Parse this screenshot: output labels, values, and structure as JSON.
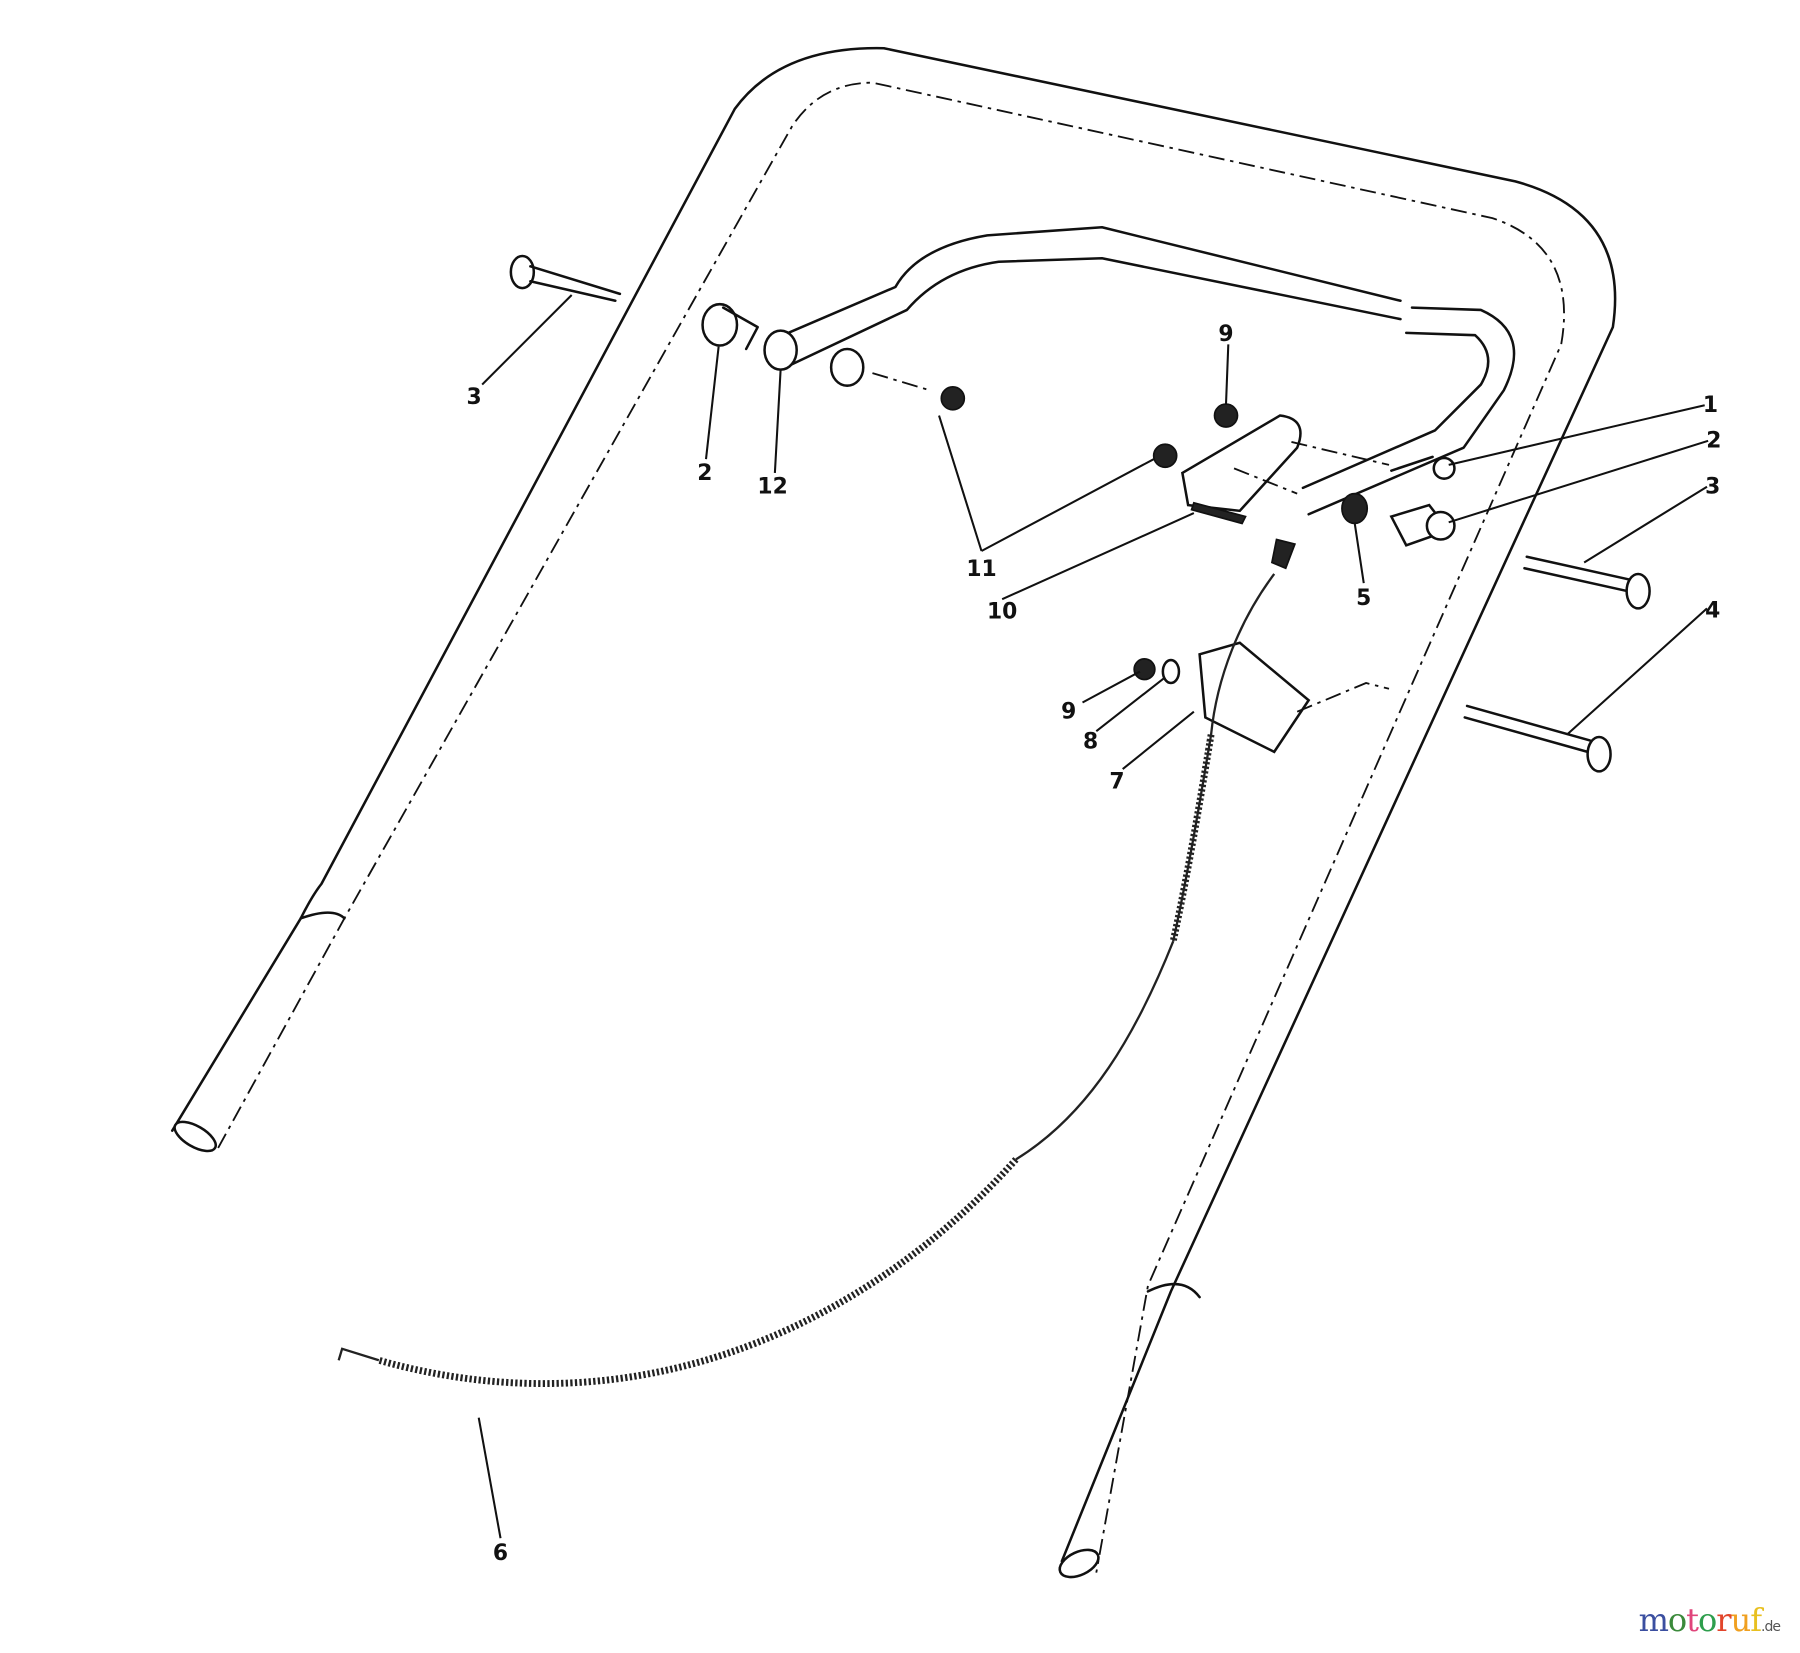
{
  "callouts": {
    "bolt_left": "3",
    "spacer_left": "2",
    "lever_pivot": "12",
    "nut_top": "9",
    "nut_washer_pair": "11",
    "bracket": "10",
    "screw_right": "1",
    "spacer_right": "2",
    "bolt_right_upper": "3",
    "bushing": "5",
    "bolt_right_lower": "4",
    "nut_lower": "9",
    "washer_lower": "8",
    "switch_block": "7",
    "cable": "6"
  },
  "watermark": {
    "brand": "motoruf",
    "tld": ".de",
    "colors": [
      "#3b4fa0",
      "#3b8a3b",
      "#e0457b",
      "#2e9e4d",
      "#e2452b",
      "#f0a020",
      "#e8c020"
    ]
  }
}
